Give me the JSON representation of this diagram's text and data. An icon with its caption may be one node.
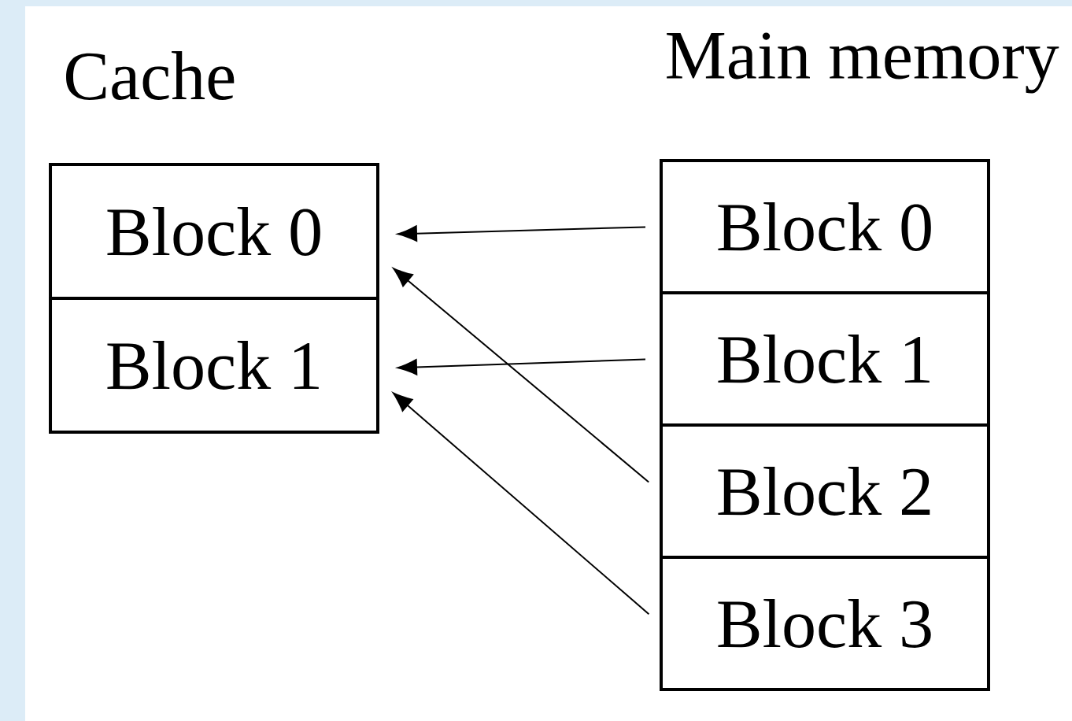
{
  "diagram": {
    "nodes": [
      {
        "text": [
          "Block 0"
        ]
      },
      {
        "text": [
          "Block 1"
        ]
      },
      {
        "text": [
          "Block 0"
        ]
      },
      {
        "text": [
          "Block 1"
        ]
      },
      {
        "text": [
          "Block 2"
        ]
      },
      {
        "text": [
          "Block 3"
        ]
      }
    ],
    "edges": [
      {
        "from": 2,
        "to": 0,
        "arrow": "to"
      },
      {
        "from": 3,
        "to": 1,
        "arrow": "to"
      },
      {
        "from": 4,
        "to": 0,
        "arrow": "to"
      },
      {
        "from": 5,
        "to": 1,
        "arrow": "to"
      }
    ],
    "labels": [
      "Cache",
      "Main memory"
    ]
  }
}
